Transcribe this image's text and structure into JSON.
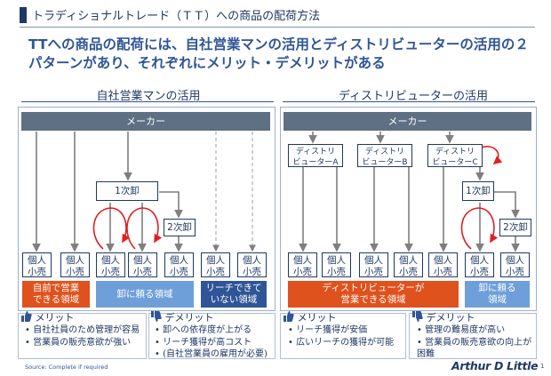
{
  "header": {
    "title": "トラディショナルトレード（ＴＴ）への商品の配荷方法",
    "intro": "TTへの商品の配荷には、自社営業マンの活用とディストリビューターの活用の２パターンがあり、それぞれにメリット・デメリットがある"
  },
  "left": {
    "heading": "自社営業マンの活用",
    "maker": "メーカー",
    "wholesaler1": "1次卸",
    "wholesaler2": "2次卸",
    "shop_label": "個人\n小売",
    "zones": [
      "自前で営業\nできる領域",
      "卸に頼る領域",
      "リーチできて\nいない領域"
    ],
    "merit": {
      "title": "メリット",
      "items": [
        "自社社員のため管理が容易",
        "営業員の販売意欲が強い"
      ]
    },
    "demerit": {
      "title": "デメリット",
      "items": [
        "卸への依存度が上がる",
        "リーチ獲得が高コスト",
        "(自社営業員の雇用が必要)"
      ]
    }
  },
  "right": {
    "heading": "ディストリビューターの活用",
    "maker": "メーカー",
    "distributors": [
      "ディストリ\nビューターA",
      "ディストリ\nビューターB",
      "ディストリ\nビューターC"
    ],
    "wholesaler1": "1次卸",
    "wholesaler2": "2次卸",
    "shop_label": "個人\n小売",
    "zones": [
      "ディストリビューターが\n営業できる領域",
      "卸に頼る\n領域"
    ],
    "merit": {
      "title": "メリット",
      "items": [
        "リーチ獲得が安価",
        "広いリーチの獲得が可能"
      ]
    },
    "demerit": {
      "title": "デメリット",
      "items": [
        "管理の難易度が高い",
        "営業員の販売意欲の向上が困難"
      ]
    }
  },
  "footer": {
    "source": "Source: Complete if required",
    "logo": "Arthur D Little",
    "page": "1"
  },
  "colors": {
    "navy": "#1f3864",
    "orange": "#e0521d",
    "light_blue": "#6f9fd8",
    "maker_gray": "#5f6f84",
    "arrow_gray": "#7f7f7f",
    "red_loop": "#e02020"
  }
}
